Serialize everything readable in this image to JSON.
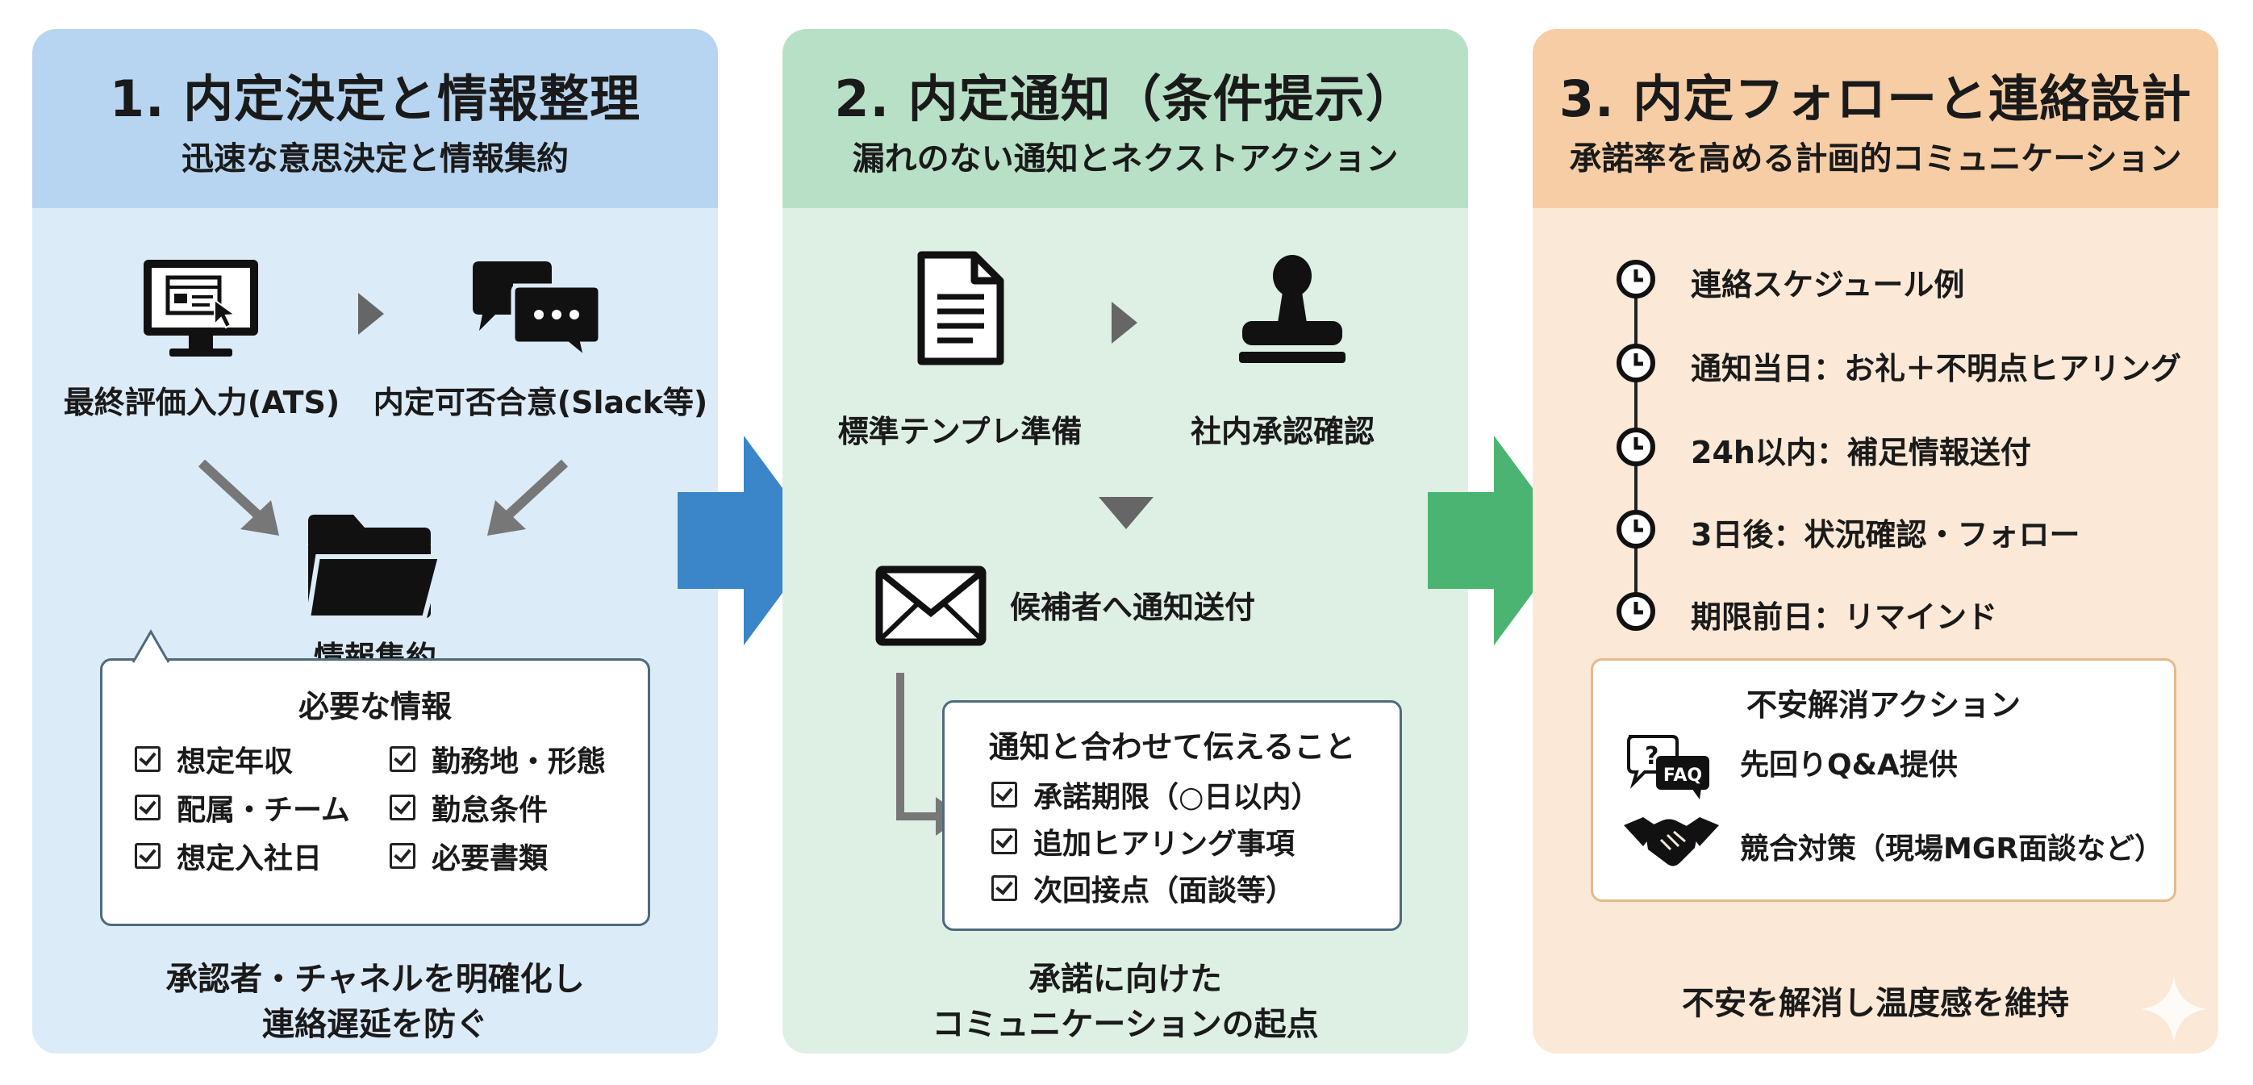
{
  "colors": {
    "panel1_bg": "#dcebf8",
    "panel1_head": "#b7d5f0",
    "panel2_bg": "#deefe3",
    "panel2_head": "#b8e0c6",
    "panel3_bg": "#fbe8d6",
    "panel3_head": "#f6cda5",
    "arrow_blue": "#3a86c8",
    "arrow_green": "#4cb472"
  },
  "panel1": {
    "title": "1. 内定決定と情報整理",
    "subtitle": "迅速な意思決定と情報集約",
    "step_a": {
      "icon": "monitor-cursor-icon",
      "label": "最終評価入力(ATS)"
    },
    "step_b": {
      "icon": "chat-bubbles-icon",
      "label": "内定可否合意(Slack等)"
    },
    "step_c": {
      "icon": "folder-icon",
      "label": "情報集約"
    },
    "box": {
      "title": "必要な情報",
      "items": [
        "想定年収",
        "勤務地・形態",
        "配属・チーム",
        "勤怠条件",
        "想定入社日",
        "必要書類"
      ]
    },
    "footer": [
      "承認者・チャネルを明確化し",
      "連絡遅延を防ぐ"
    ]
  },
  "panel2": {
    "title": "2. 内定通知（条件提示）",
    "subtitle": "漏れのない通知とネクストアクション",
    "step_a": {
      "icon": "document-icon",
      "label": "標準テンプレ準備"
    },
    "step_b": {
      "icon": "stamp-icon",
      "label": "社内承認確認"
    },
    "step_c": {
      "icon": "envelope-icon",
      "label": "候補者へ通知送付"
    },
    "box": {
      "title": "通知と合わせて伝えること",
      "items": [
        "承諾期限（○日以内）",
        "追加ヒアリング事項",
        "次回接点（面談等）"
      ]
    },
    "footer": [
      "承諾に向けた",
      "コミュニケーションの起点"
    ]
  },
  "panel3": {
    "title": "3. 内定フォローと連絡設計",
    "subtitle": "承諾率を高める計画的コミュニケーション",
    "schedule": [
      "連絡スケジュール例",
      "通知当日：お礼＋不明点ヒアリング",
      "24h以内：補足情報送付",
      "3日後：状況確認・フォロー",
      "期限前日：リマインド"
    ],
    "box": {
      "title": "不安解消アクション",
      "items": [
        {
          "icon": "faq-icon",
          "badge": "FAQ",
          "label": "先回りQ&A提供"
        },
        {
          "icon": "handshake-icon",
          "label": "競合対策（現場MGR面談など）"
        }
      ]
    },
    "footer": [
      "不安を解消し温度感を維持"
    ]
  }
}
